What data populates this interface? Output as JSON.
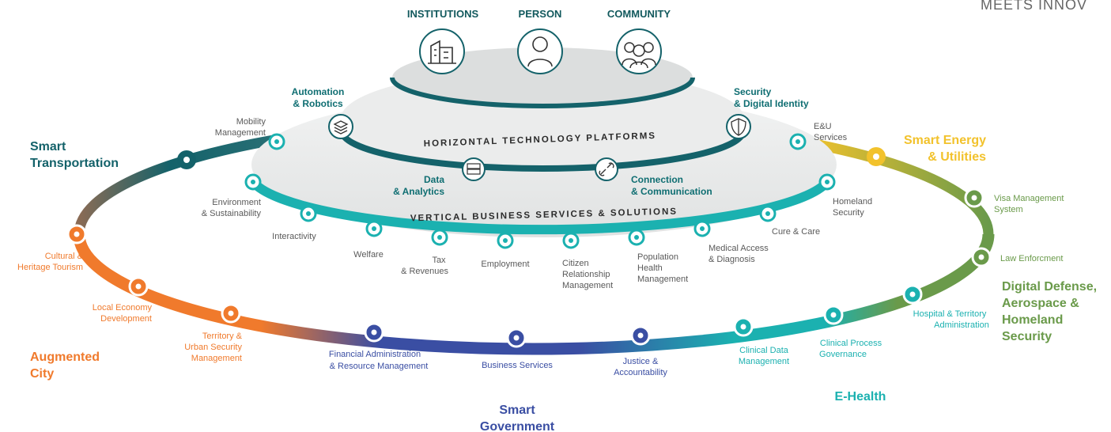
{
  "top_right_text": "MEETS INNOV",
  "top_entities": {
    "institutions": "INSTITUTIONS",
    "person": "PERSON",
    "community": "COMMUNITY"
  },
  "icons": {
    "institutions": "buildings-icon",
    "person": "person-icon",
    "community": "community-icon",
    "automation": "layers-icon",
    "security": "shield-icon",
    "data": "server-icon",
    "connection": "link-icon"
  },
  "horizontal": {
    "title": "HORIZONTAL TECHNOLOGY PLATFORMS",
    "automation": [
      "Automation",
      "& Robotics"
    ],
    "security": [
      "Security",
      "& Digital Identity"
    ],
    "data": [
      "Data",
      "& Analytics"
    ],
    "connection": [
      "Connection",
      "& Communication"
    ]
  },
  "vertical": {
    "title": "VERTICAL BUSINESS SERVICES & SOLUTIONS",
    "mobility": [
      "Mobility",
      "Management"
    ],
    "eu": [
      "E&U",
      "Services"
    ],
    "environment": [
      "Environment",
      "& Sustainability"
    ],
    "interactivity": "Interactivity",
    "welfare": "Welfare",
    "tax": [
      "Tax",
      "& Revenues"
    ],
    "employment": "Employment",
    "citizen": [
      "Citizen",
      "Relationship",
      "Management"
    ],
    "population": [
      "Population",
      "Health",
      "Management"
    ],
    "medical": [
      "Medical Access",
      "& Diagnosis"
    ],
    "cure": "Cure & Care",
    "homeland": [
      "Homeland",
      "Security"
    ]
  },
  "domains": {
    "transportation": [
      "Smart",
      "Transportation"
    ],
    "energy": [
      "Smart Energy",
      "& Utilities"
    ],
    "augmented": [
      "Augmented",
      "City"
    ],
    "government": [
      "Smart",
      "Government"
    ],
    "ehealth": "E-Health",
    "defense": [
      "Digital Defense,",
      "Aerospace &",
      "Homeland",
      "Security"
    ]
  },
  "outer_services": {
    "cultural": [
      "Cultural &",
      "Heritage Tourism"
    ],
    "local": [
      "Local Economy",
      "Development"
    ],
    "territory": [
      "Territory &",
      "Urban Security",
      "Management"
    ],
    "financial": [
      "Financial Administration",
      "& Resource Management"
    ],
    "business": "Business Services",
    "justice": [
      "Justice &",
      "Accountability"
    ],
    "clinical_data": [
      "Clinical Data",
      "Management"
    ],
    "clinical_process": [
      "Clinical Process",
      "Governance"
    ],
    "hospital": [
      "Hospital & Territory",
      "Administration"
    ],
    "visa": [
      "Visa Management",
      "System"
    ],
    "law": "Law Enforcment"
  },
  "colors": {
    "teal_dark": "#14626a",
    "teal": "#1bb1b0",
    "orange": "#f07a2c",
    "blue": "#3a4ea3",
    "green": "#6a9a4a",
    "yellow": "#f2c22c",
    "gray_text": "#5a5a5a"
  }
}
